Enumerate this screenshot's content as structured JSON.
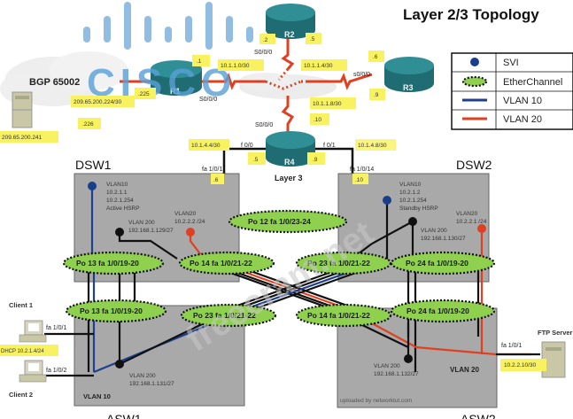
{
  "title": "Layer 2/3 Topology",
  "watermarks": [
    "CISCO",
    "freecram.net"
  ],
  "colors": {
    "vlan10": "#1f3f8f",
    "vlan20": "#e0401f",
    "serial": "#e0401f",
    "etherchannel": "#8fd14f",
    "svi": "#1a3f8a",
    "label_bg": "#f8f260",
    "switch_bg": "#a9a9a9"
  },
  "legend": {
    "items": [
      {
        "icon": "svi-dot-icon",
        "label": "SVI"
      },
      {
        "icon": "etherchannel-icon",
        "label": "EtherChannel"
      },
      {
        "icon": "vlan10-line-icon",
        "label": "VLAN 10"
      },
      {
        "icon": "vlan20-line-icon",
        "label": "VLAN  20"
      }
    ]
  },
  "bgp": {
    "label": "BGP 65002",
    "server_ip": "209.65.200.241",
    "subnet": "209.65.200.224/30",
    "r1_host": ".225",
    "isp_host": ".226"
  },
  "routers": {
    "r1": {
      "name": "R1",
      "host": ".1",
      "serial": "S0/0/0"
    },
    "r2": {
      "name": "R2",
      "host": ".2",
      "host2": ".5",
      "serial": "S0/0/0"
    },
    "r3": {
      "name": "R3",
      "host": ".6",
      "host2": ".9",
      "serial": "s0/0/0"
    },
    "r4": {
      "name": "R4",
      "host": ".10",
      "serial": "S0/0/0",
      "f00": "f 0/0",
      "f01": "f 0/1",
      "f00_host": ".5",
      "f01_host": ".9"
    }
  },
  "subnets": {
    "r1_r2": "10.1.1.0/30",
    "r2_r3": "10.1.1.4/30",
    "r3_r4": "10.1.1.8/30",
    "r4_dsw1": "10.1.4.4/30",
    "r4_dsw2": "10.1.4.8/30"
  },
  "layer3_label": "Layer 3",
  "dsw1": {
    "name": "DSW1",
    "uplink_port": "fa 1/0/1",
    "uplink_host": ".6",
    "vlan10": [
      "VLAN10",
      "10.2.1.1",
      "10.2.1.254",
      "Active HSRP"
    ],
    "vlan200": [
      "VLAN 200",
      "192.168.1.129/27"
    ],
    "vlan20": [
      "VLAN20",
      "10.2.2.2 /24"
    ]
  },
  "dsw2": {
    "name": "DSW2",
    "uplink_port": "fa 1/0/14",
    "uplink_host": ".10",
    "vlan10": [
      "VLAN10",
      "10.2.1.2",
      "10.2.1.254",
      "Standby HSRP"
    ],
    "vlan200": [
      "VLAN 200",
      "192.168.1.130/27"
    ],
    "vlan20": [
      "VLAN20",
      "10.2.2.1 /24"
    ]
  },
  "asw1": {
    "name": "ASW1",
    "vlan200": [
      "VLAN 200",
      "192.168.1.131/27"
    ],
    "vlan10": "VLAN 10",
    "port1": "fa 1/0/1",
    "port2": "fa 1/0/2"
  },
  "asw2": {
    "name": "ASW2",
    "vlan200": [
      "VLAN 200",
      "192.168.1.132/27"
    ],
    "vlan20": "VLAN 20",
    "port1": "fa 1/0/1",
    "credit": "uploaded by networktut.com"
  },
  "etherchannels": {
    "po12": "Po 12  fa 1/0/23-24",
    "dsw1_po13": "Po 13  fa 1/0/19-20",
    "dsw1_po14": "Po 14  fa 1/0/21-22",
    "dsw2_po23": "Po 23  fa 1/0/21-22",
    "dsw2_po24": "Po 24  fa 1/0/19-20",
    "asw1_po13": "Po 13  fa 1/0/19-20",
    "asw1_po23": "Po 23  fa 1/0/21-22",
    "asw2_po14": "Po 14  fa 1/0/21-22",
    "asw2_po24": "Po 24  fa 1/0/19-20"
  },
  "clients": {
    "client1": "Client 1",
    "client2": "Client 2",
    "dhcp": "DHCP 10.2.1.4/24"
  },
  "ftp": {
    "label": "FTP Server",
    "ip": "10.2.2.10/30"
  }
}
